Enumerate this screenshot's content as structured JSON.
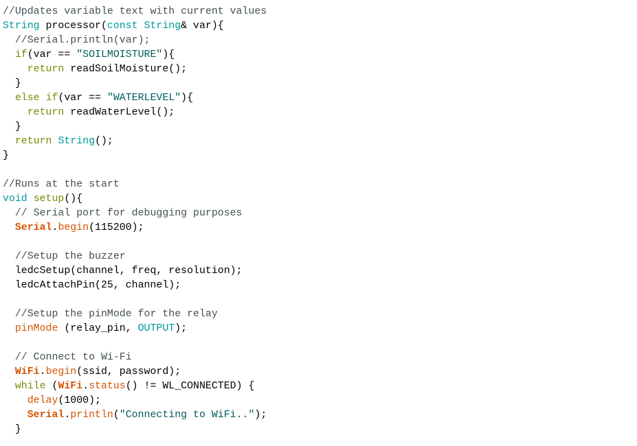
{
  "editor": {
    "lines": [
      [
        {
          "t": "//Updates variable text with current values",
          "c": "cm"
        }
      ],
      [
        {
          "t": "String",
          "c": "ty"
        },
        {
          "t": " processor(",
          "c": "pl"
        },
        {
          "t": "const",
          "c": "ty"
        },
        {
          "t": " ",
          "c": "pl"
        },
        {
          "t": "String",
          "c": "ty"
        },
        {
          "t": "& var){",
          "c": "pl"
        }
      ],
      [
        {
          "t": "  //Serial.println(var);",
          "c": "cm"
        }
      ],
      [
        {
          "t": "  ",
          "c": "pl"
        },
        {
          "t": "if",
          "c": "kw"
        },
        {
          "t": "(var == ",
          "c": "pl"
        },
        {
          "t": "\"SOILMOISTURE\"",
          "c": "st"
        },
        {
          "t": "){",
          "c": "pl"
        }
      ],
      [
        {
          "t": "    ",
          "c": "pl"
        },
        {
          "t": "return",
          "c": "kw"
        },
        {
          "t": " readSoilMoisture();",
          "c": "pl"
        }
      ],
      [
        {
          "t": "  }",
          "c": "pl"
        }
      ],
      [
        {
          "t": "  ",
          "c": "pl"
        },
        {
          "t": "else",
          "c": "kw"
        },
        {
          "t": " ",
          "c": "pl"
        },
        {
          "t": "if",
          "c": "kw"
        },
        {
          "t": "(var == ",
          "c": "pl"
        },
        {
          "t": "\"WATERLEVEL\"",
          "c": "st"
        },
        {
          "t": "){",
          "c": "pl"
        }
      ],
      [
        {
          "t": "    ",
          "c": "pl"
        },
        {
          "t": "return",
          "c": "kw"
        },
        {
          "t": " readWaterLevel();",
          "c": "pl"
        }
      ],
      [
        {
          "t": "  }",
          "c": "pl"
        }
      ],
      [
        {
          "t": "  ",
          "c": "pl"
        },
        {
          "t": "return",
          "c": "kw"
        },
        {
          "t": " ",
          "c": "pl"
        },
        {
          "t": "String",
          "c": "ty"
        },
        {
          "t": "();",
          "c": "pl"
        }
      ],
      [
        {
          "t": "}",
          "c": "pl"
        }
      ],
      [],
      [
        {
          "t": "//Runs at the start",
          "c": "cm"
        }
      ],
      [
        {
          "t": "void",
          "c": "ty"
        },
        {
          "t": " ",
          "c": "pl"
        },
        {
          "t": "setup",
          "c": "kw"
        },
        {
          "t": "(){",
          "c": "pl"
        }
      ],
      [
        {
          "t": "  // Serial port for debugging purposes",
          "c": "cm"
        }
      ],
      [
        {
          "t": "  ",
          "c": "pl"
        },
        {
          "t": "Serial",
          "c": "ob"
        },
        {
          "t": ".",
          "c": "pl"
        },
        {
          "t": "begin",
          "c": "fn"
        },
        {
          "t": "(115200);",
          "c": "pl"
        }
      ],
      [],
      [
        {
          "t": "  //Setup the buzzer",
          "c": "cm"
        }
      ],
      [
        {
          "t": "  ledcSetup(channel, freq, resolution);",
          "c": "pl"
        }
      ],
      [
        {
          "t": "  ledcAttachPin(25, channel);",
          "c": "pl"
        }
      ],
      [],
      [
        {
          "t": "  //Setup the pinMode for the relay",
          "c": "cm"
        }
      ],
      [
        {
          "t": "  ",
          "c": "pl"
        },
        {
          "t": "pinMode",
          "c": "fn"
        },
        {
          "t": " (relay_pin, ",
          "c": "pl"
        },
        {
          "t": "OUTPUT",
          "c": "ty"
        },
        {
          "t": ");",
          "c": "pl"
        }
      ],
      [],
      [
        {
          "t": "  // Connect to Wi-Fi",
          "c": "cm"
        }
      ],
      [
        {
          "t": "  ",
          "c": "pl"
        },
        {
          "t": "WiFi",
          "c": "ob"
        },
        {
          "t": ".",
          "c": "pl"
        },
        {
          "t": "begin",
          "c": "fn"
        },
        {
          "t": "(ssid, password);",
          "c": "pl"
        }
      ],
      [
        {
          "t": "  ",
          "c": "pl"
        },
        {
          "t": "while",
          "c": "kw"
        },
        {
          "t": " (",
          "c": "pl"
        },
        {
          "t": "WiFi",
          "c": "ob"
        },
        {
          "t": ".",
          "c": "pl"
        },
        {
          "t": "status",
          "c": "fn"
        },
        {
          "t": "() != WL_CONNECTED) {",
          "c": "pl"
        }
      ],
      [
        {
          "t": "    ",
          "c": "pl"
        },
        {
          "t": "delay",
          "c": "fn"
        },
        {
          "t": "(1000);",
          "c": "pl"
        }
      ],
      [
        {
          "t": "    ",
          "c": "pl"
        },
        {
          "t": "Serial",
          "c": "ob"
        },
        {
          "t": ".",
          "c": "pl"
        },
        {
          "t": "println",
          "c": "fn"
        },
        {
          "t": "(",
          "c": "pl"
        },
        {
          "t": "\"Connecting to WiFi..\"",
          "c": "st"
        },
        {
          "t": ");",
          "c": "pl"
        }
      ],
      [
        {
          "t": "  }",
          "c": "pl"
        }
      ]
    ]
  },
  "colors": {
    "comment": "#434F54",
    "type": "#00979C",
    "keyword": "#728E00",
    "function": "#D35400",
    "string": "#005C5F",
    "plain": "#000000",
    "background": "#FFFFFF"
  }
}
